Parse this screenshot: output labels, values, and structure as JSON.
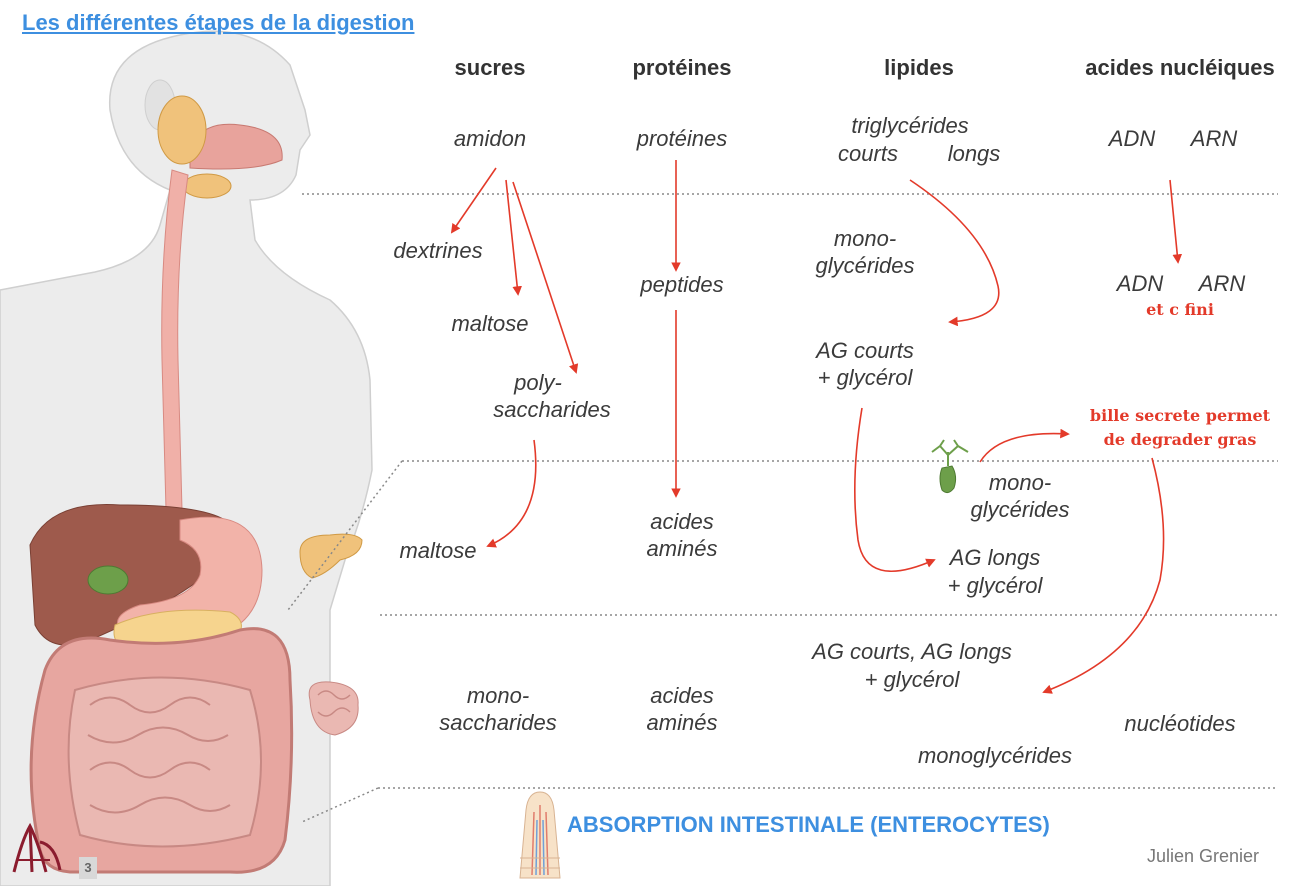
{
  "title": "Les différentes étapes de la digestion",
  "columns": {
    "sucres": "sucres",
    "proteines": "protéines",
    "lipides": "lipides",
    "acides_nucleiques": "acides nucléiques"
  },
  "sucres": {
    "amidon": "amidon",
    "dextrines": "dextrines",
    "maltose_1": "maltose",
    "poly_1": "poly-",
    "poly_2": "saccharides",
    "maltose_2": "maltose",
    "mono_1": "mono-",
    "mono_2": "saccharides"
  },
  "proteines": {
    "proteines": "protéines",
    "peptides": "peptides",
    "acides_1": "acides",
    "amines_1": "aminés",
    "acides_2": "acides",
    "amines_2": "aminés"
  },
  "lipides": {
    "triglycerides": "triglycérides",
    "courts": "courts",
    "longs": "longs",
    "mono_1": "mono-",
    "glycerides_1": "glycérides",
    "ag_courts": "AG courts",
    "glycerol_1": "+ glycérol",
    "mono_2": "mono-",
    "glycerides_2": "glycérides",
    "ag_longs": "AG longs",
    "glycerol_2": "+ glycérol",
    "ag_courts_longs": "AG courts, AG longs",
    "glycerol_3": "+ glycérol",
    "monoglycerides": "monoglycérides"
  },
  "acides_nucleiques": {
    "adn_1": "ADN",
    "arn_1": "ARN",
    "adn_2": "ADN",
    "arn_2": "ARN",
    "nucleotides": "nucléotides"
  },
  "annotations": {
    "fini": "et c fini",
    "bile_1": "bille secrete permet",
    "bile_2": "de degrader gras"
  },
  "absorption": "ABSORPTION INTESTINALE (ENTEROCYTES)",
  "author": "Julien Grenier",
  "page_number": "3",
  "colors": {
    "title": "#3d8fe0",
    "arrow": "#e33a2a",
    "annotation": "#e33a2a",
    "text": "#3b3b3b"
  }
}
